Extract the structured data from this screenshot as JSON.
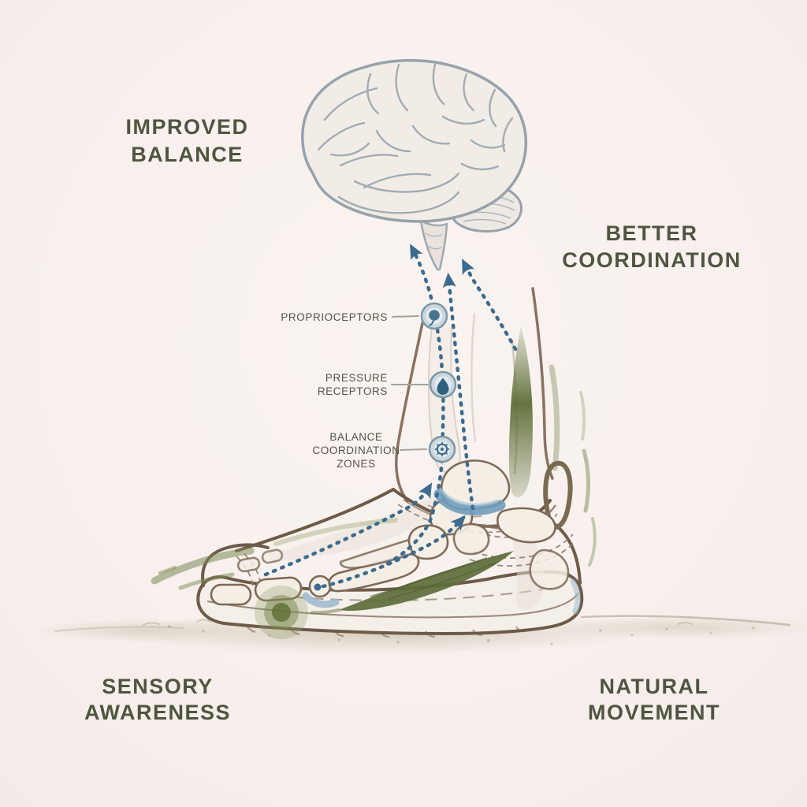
{
  "benefit_labels": {
    "improved_balance": {
      "lines": [
        "IMPROVED",
        "BALANCE"
      ]
    },
    "better_coordination": {
      "lines": [
        "BETTER",
        "COORDINATION"
      ]
    },
    "sensory_awareness": {
      "lines": [
        "SENSORY",
        "AWARENESS"
      ]
    },
    "natural_movement": {
      "lines": [
        "NATURAL",
        "MOVEMENT"
      ]
    }
  },
  "callouts": {
    "proprioceptors": {
      "lines": [
        "PROPRIOCEPTORS"
      ],
      "icon": "nerve-receptor-icon"
    },
    "pressure_receptors": {
      "lines": [
        "PRESSURE",
        "RECEPTORS"
      ],
      "icon": "pressure-droplet-icon"
    },
    "balance_coordination_zones": {
      "lines": [
        "BALANCE",
        "COORDINATION",
        "ZONES"
      ],
      "icon": "balance-gyro-icon"
    }
  },
  "colors": {
    "background": "#f7f0ed",
    "label_olive": "#4f5540",
    "callout_gray": "#55534a",
    "signal_blue": "#3c6b8e",
    "receptor_ring_blue": "#7e98a6",
    "joint_highlight_blue": "#6f9cbb",
    "zone_olive": "#5d6d39",
    "shoe_brown": "#6d5a47",
    "leg_brown": "#8a7262",
    "bone_outline": "#7d6a58",
    "brain_gray": "#97a2aa",
    "ground_beige": "#cfc5b1"
  }
}
